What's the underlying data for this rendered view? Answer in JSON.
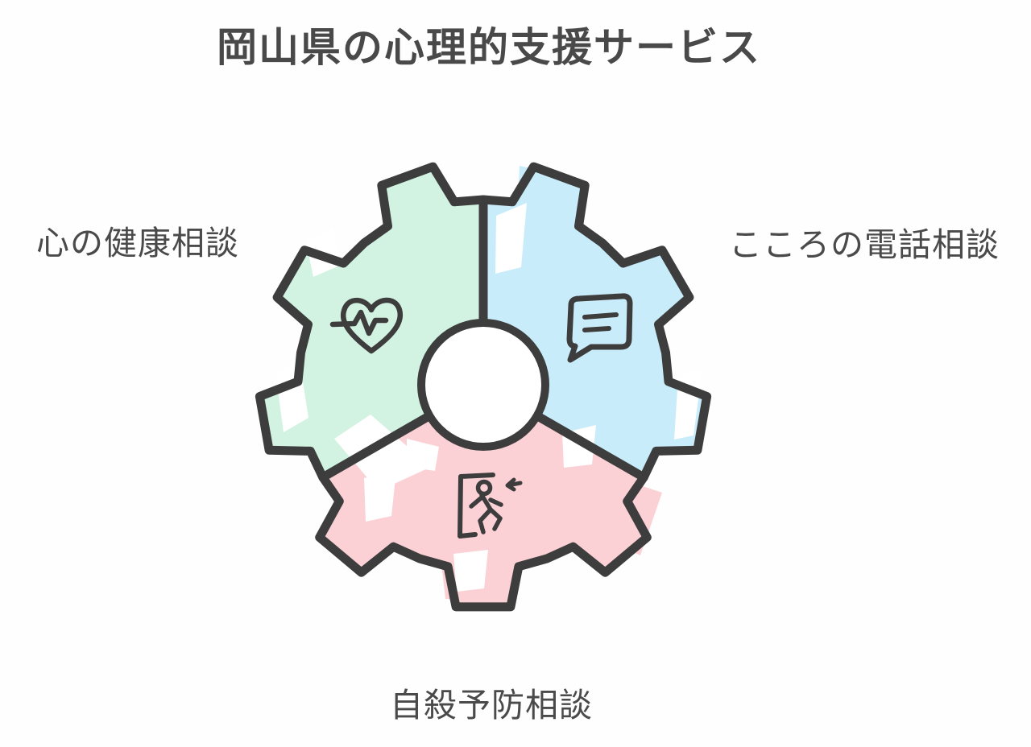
{
  "page": {
    "background_color": "#fefefe",
    "title": "岡山県の心理的支援サービス",
    "title_color": "#494949"
  },
  "diagram": {
    "type": "gear-with-3-sections",
    "outline_color": "#3d3d3d",
    "hub_fill": "#ffffff",
    "icon_color": "#3d3d3d",
    "label_color": "#4a4a4a",
    "sections": [
      {
        "label": "心の健康相談",
        "color": "#d3f3e2",
        "icon": "heart-pulse-icon",
        "label_position": "left"
      },
      {
        "label": "こころの電話相談",
        "color": "#c9ecfa",
        "icon": "speech-bubble-icon",
        "label_position": "right"
      },
      {
        "label": "自殺予防相談",
        "color": "#fbd1d5",
        "icon": "exit-run-icon",
        "label_position": "bottom"
      }
    ]
  }
}
